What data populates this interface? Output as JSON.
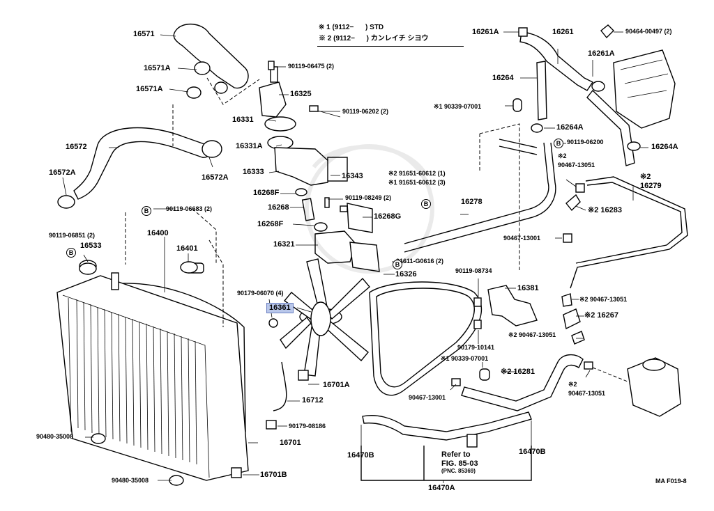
{
  "legend": {
    "line1_mark": "※ 1",
    "line1_code": "(9112−",
    "line1_text": ") STD",
    "line2_mark": "※ 2",
    "line2_code": "(9112−",
    "line2_text": ") カンレイチ シヨウ"
  },
  "parts": {
    "p16571": "16571",
    "p16571A_1": "16571A",
    "p16571A_2": "16571A",
    "p16572": "16572",
    "p16572A_1": "16572A",
    "p16572A_2": "16572A",
    "p90119_06475": "90119-06475 (2)",
    "p16325": "16325",
    "p90119_06202": "90119-06202 (2)",
    "p16331": "16331",
    "p16331A": "16331A",
    "p16333": "16333",
    "p16343": "16343",
    "p91651_60612_2": "※2 91651-60612 (1)",
    "p91651_60612_1": "※1 91651-60612 (3)",
    "p16268F_1": "16268F",
    "p90119_08249": "90119-08249 (2)",
    "p16268": "16268",
    "p16268G": "16268G",
    "p16268F_2": "16268F",
    "p16321": "16321",
    "p91611_G0616": "91611-G0616 (2)",
    "p16326": "16326",
    "p90119_06683": "90119-06683 (2)",
    "p90119_06851": "90119-06851 (2)",
    "p16533": "16533",
    "p16400": "16400",
    "p16401": "16401",
    "p90179_06070": "90179-06070 (4)",
    "p16361": "16361",
    "p16701A": "16701A",
    "p16712": "16712",
    "p90179_08186": "90179-08186",
    "p16701": "16701",
    "p16701B": "16701B",
    "p90480_35008_1": "90480-35008",
    "p90480_35008_2": "90480-35008",
    "p16261A_1": "16261A",
    "p16261": "16261",
    "p90464_00497": "90464-00497 (2)",
    "p16261A_2": "16261A",
    "p16264": "16264",
    "p90339_07001_1": "※1 90339-07001",
    "p16264A_1": "16264A",
    "p90119_06200": "90119-06200",
    "p16264A_2": "16264A",
    "p90467_13051_1": "※2\n90467-13051",
    "p16279": "※2\n16279",
    "p16278": "16278",
    "p16283": "※2 16283",
    "p90467_13001_1": "90467-13001",
    "p90119_08734": "90119-08734",
    "p16381": "16381",
    "p90467_13051_2": "※2 90467-13051",
    "p16267": "※2 16267",
    "p90467_13051_3": "※2 90467-13051",
    "p90179_10141": "90179-10141",
    "p90339_07001_2": "※1 90339-07001",
    "p16281": "※2 16281",
    "p90467_13001_2": "90467-13001",
    "p90467_13051_4": "※2\n90467-13051",
    "p16470B_1": "16470B",
    "p16470B_2": "16470B",
    "p16470A": "16470A",
    "refer1": "Refer to",
    "refer2": "FIG. 85-03",
    "refer3": "(PNC. 85369)",
    "figcode": "MA F019-8",
    "circB": "B"
  }
}
